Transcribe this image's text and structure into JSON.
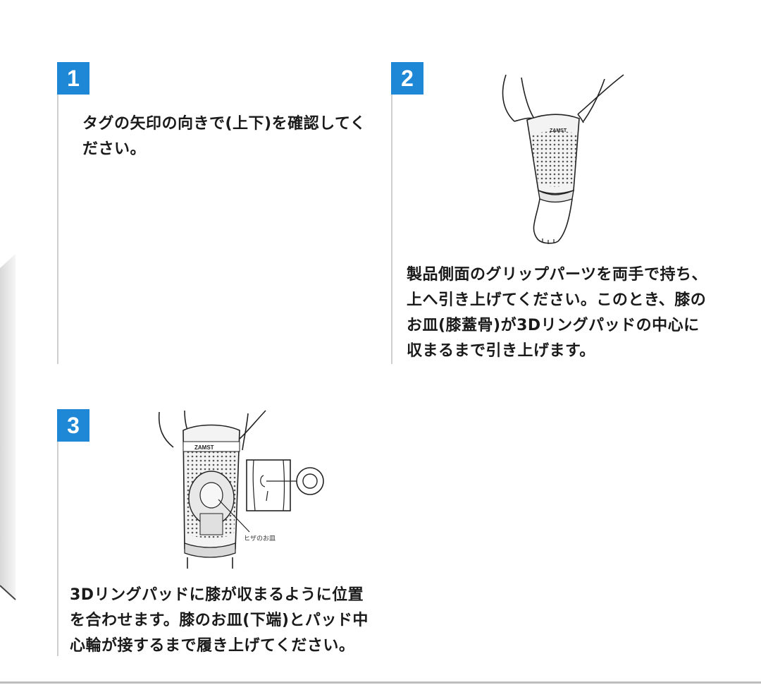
{
  "steps": [
    {
      "number": "1",
      "lines": [
        "タグの矢印の向きで(上下)を確認してく",
        "ださい。"
      ]
    },
    {
      "number": "2",
      "lines": [
        "製品側面のグリップパーツを両手で持ち、",
        "上へ引き上げてください。このとき、膝の",
        "お皿(膝蓋骨)が3Dリングパッドの中心に",
        "収まるまで引き上げます。"
      ],
      "illustration": {
        "brand": "ZAMST"
      }
    },
    {
      "number": "3",
      "lines": [
        "3Dリングパッドに膝が収まるように位置",
        "を合わせます。膝のお皿(下端)とパッド中",
        "心輪が接するまで履き上げてください。"
      ],
      "illustration": {
        "brand": "ZAMST",
        "callout": "ヒザのお皿"
      }
    }
  ],
  "colors": {
    "badge": "#1e88d6",
    "rule": "#cfcfcf"
  }
}
